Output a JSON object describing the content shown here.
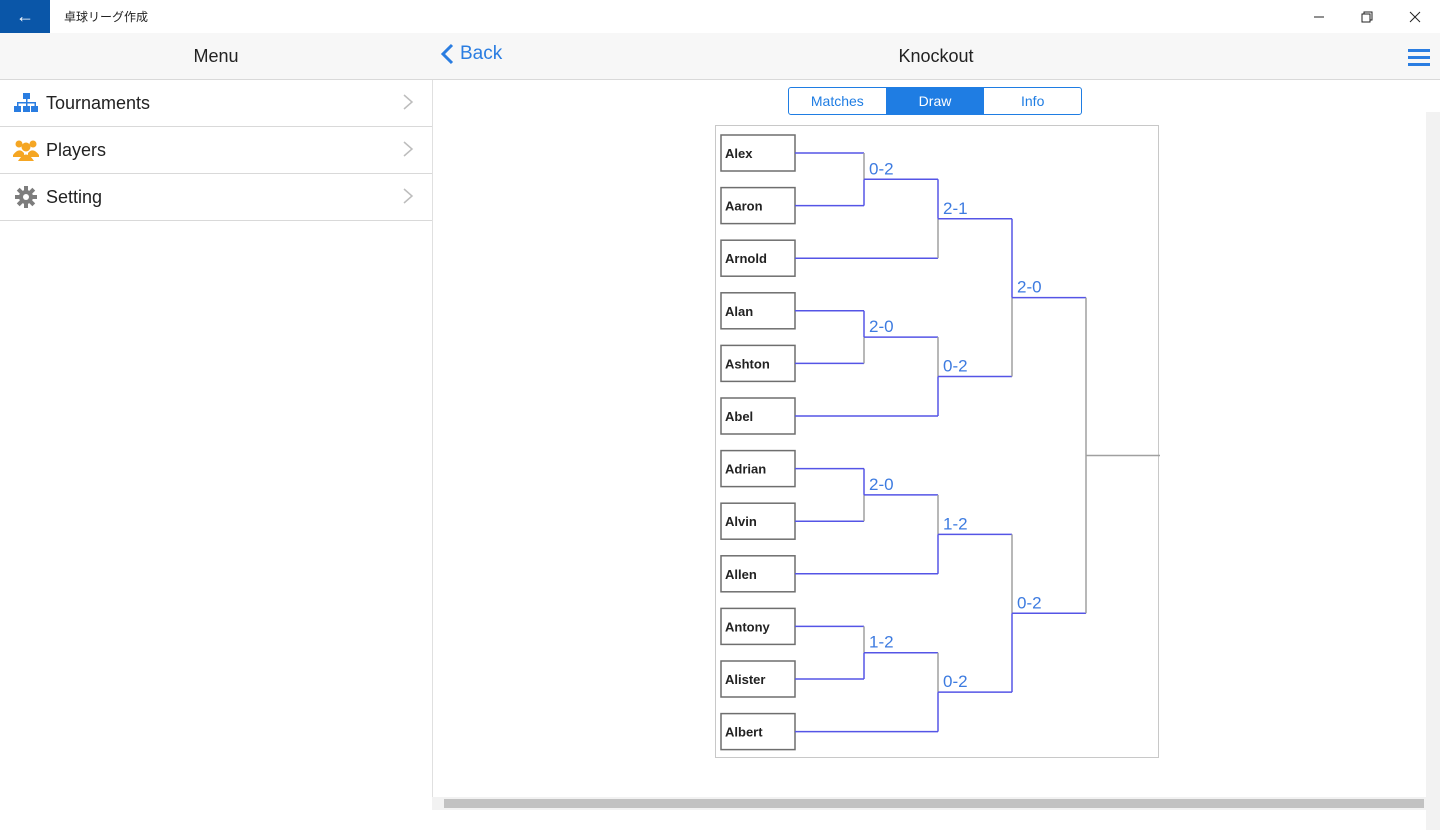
{
  "window": {
    "title": "卓球リーグ作成"
  },
  "menu": {
    "header": "Menu",
    "items": [
      {
        "label": "Tournaments",
        "icon": "tournament-icon"
      },
      {
        "label": "Players",
        "icon": "players-icon"
      },
      {
        "label": "Setting",
        "icon": "gear-icon"
      }
    ]
  },
  "main": {
    "back_label": "Back",
    "title": "Knockout",
    "tabs": [
      {
        "label": "Matches",
        "active": false
      },
      {
        "label": "Draw",
        "active": true
      },
      {
        "label": "Info",
        "active": false
      }
    ]
  },
  "bracket": {
    "players": [
      "Alex",
      "Aaron",
      "Arnold",
      "Alan",
      "Ashton",
      "Abel",
      "Adrian",
      "Alvin",
      "Allen",
      "Antony",
      "Alister",
      "Albert"
    ],
    "round1": [
      "0-2",
      "2-0",
      "2-0",
      "1-2"
    ],
    "round2": [
      "2-1",
      "0-2",
      "1-2",
      "0-2"
    ],
    "round3": [
      "2-0",
      "0-2"
    ]
  },
  "colors": {
    "accent": "#1f7de3",
    "title_bar_back": "#0a56a8",
    "played_line": "#5555e6",
    "pending_line": "#a0a0a0",
    "score": "#3d7be0"
  }
}
